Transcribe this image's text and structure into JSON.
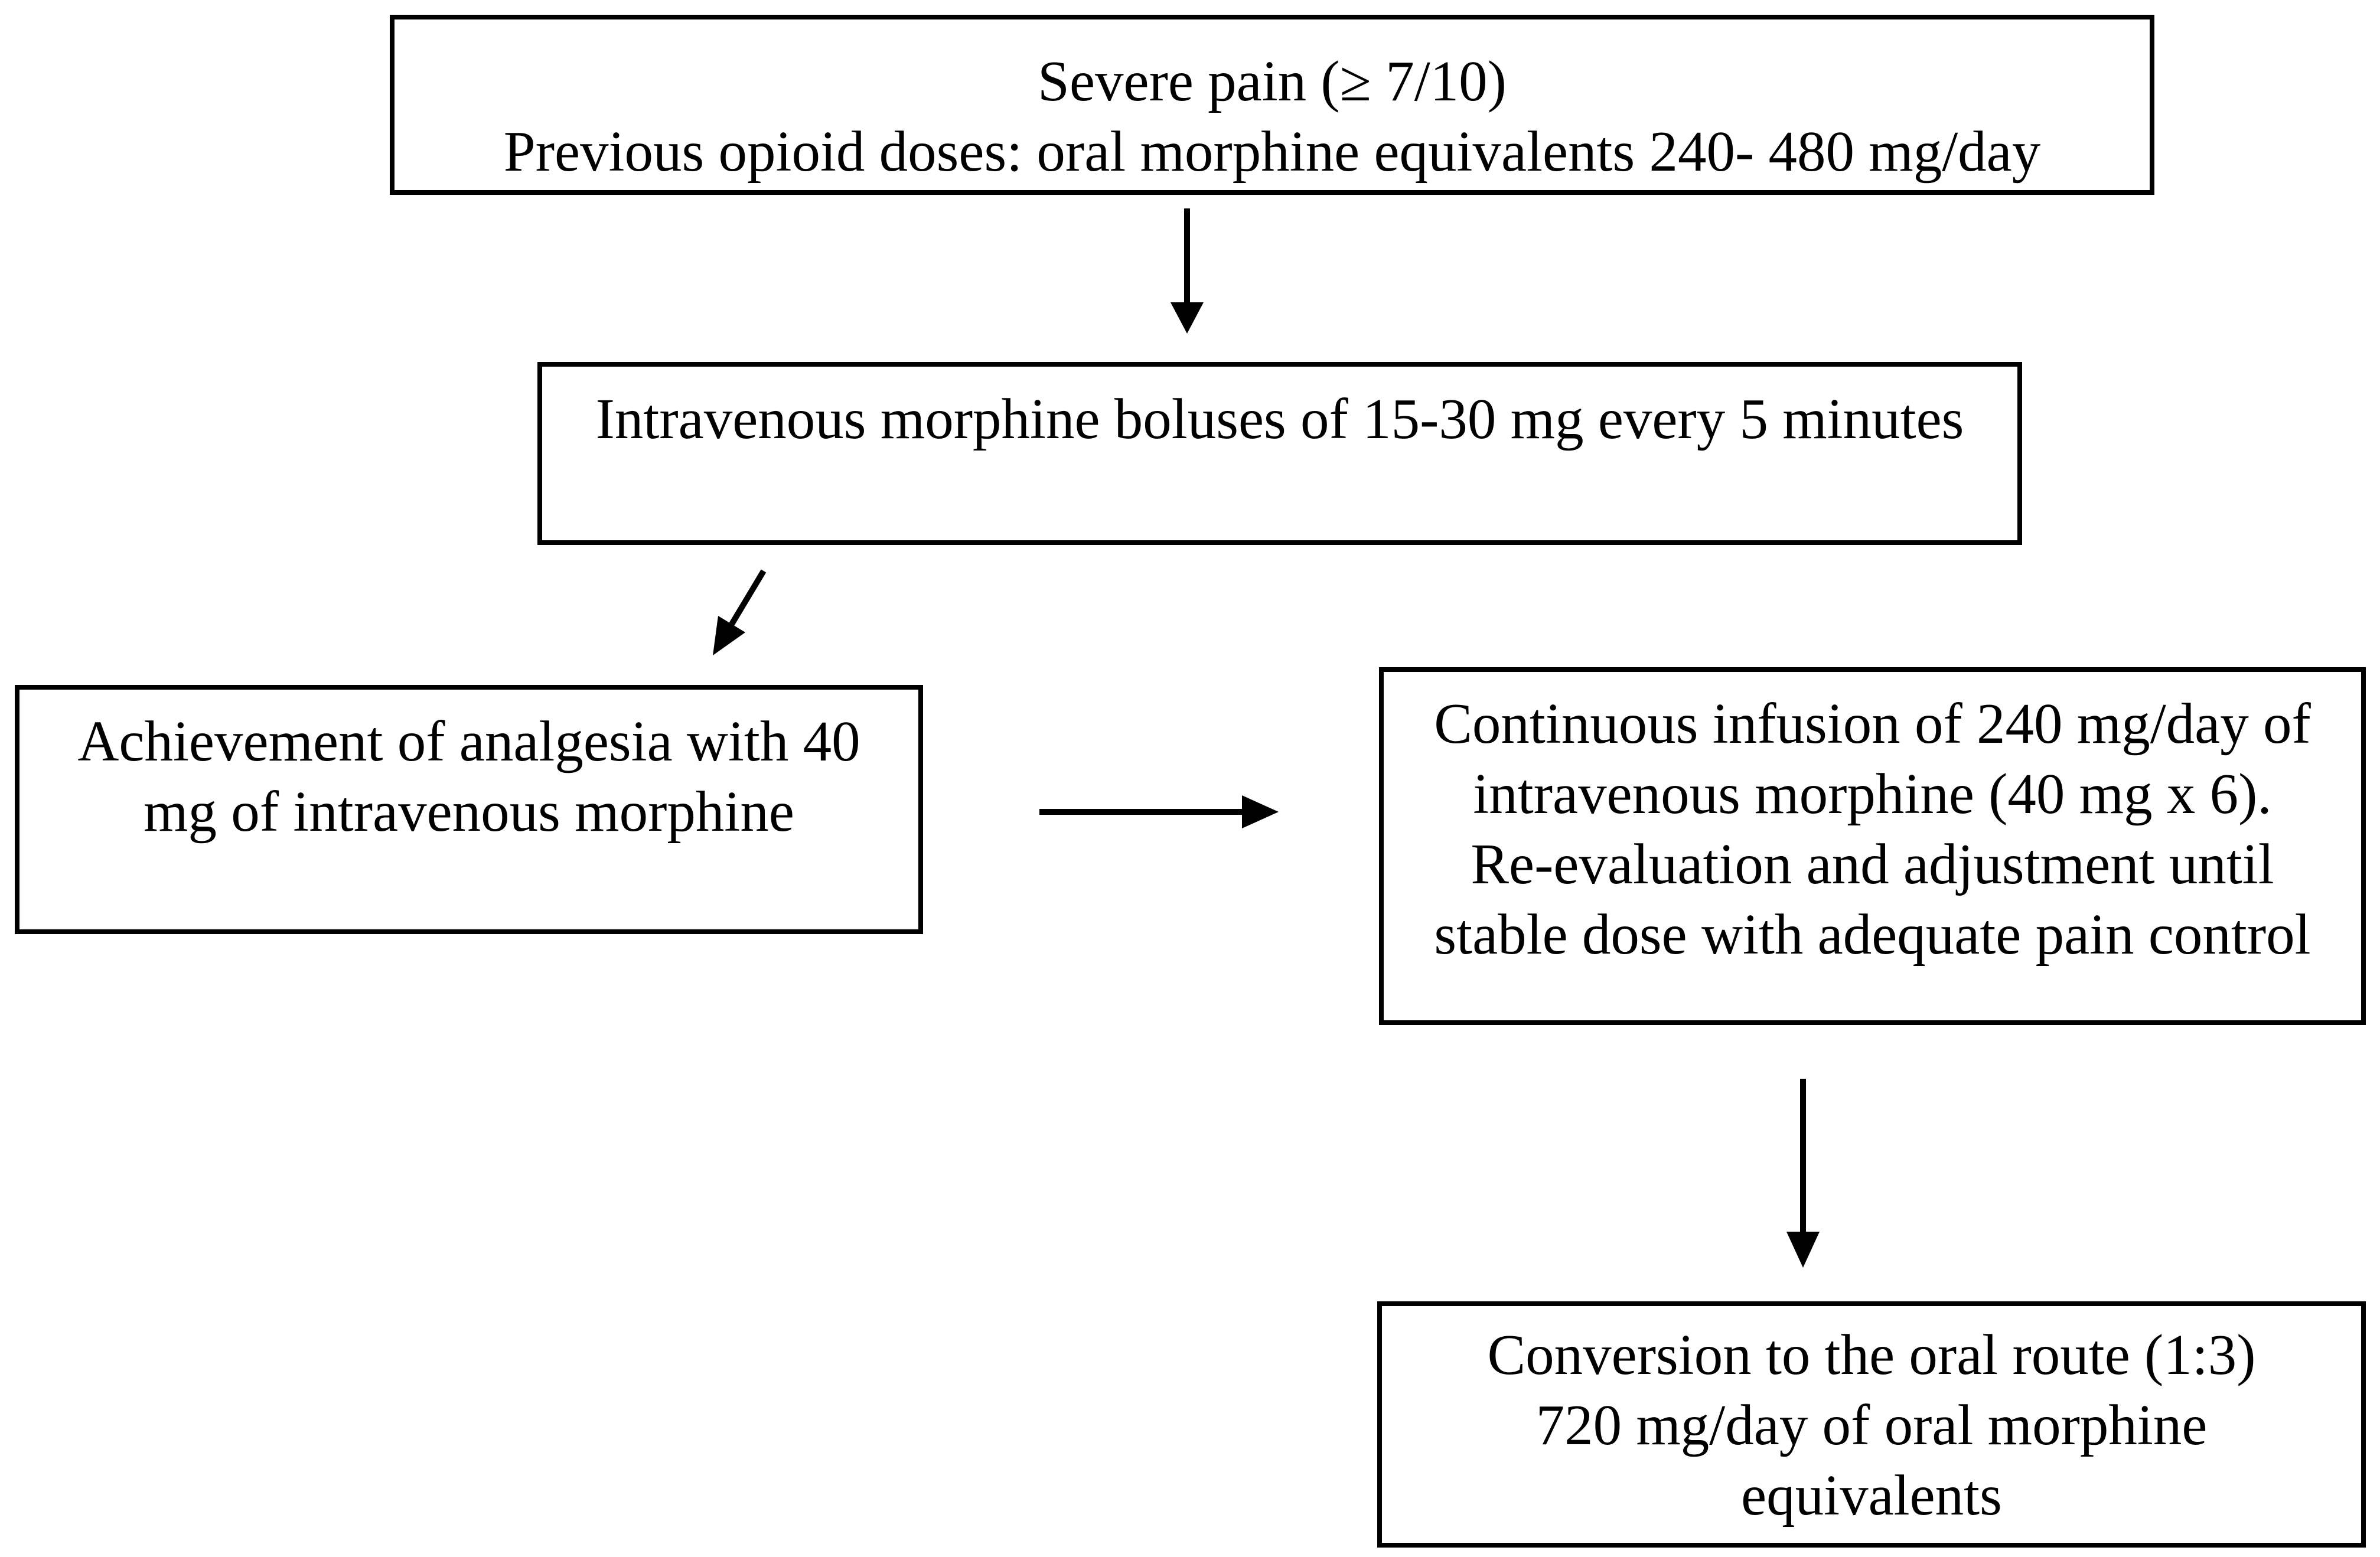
{
  "page": {
    "background_color": "#ffffff",
    "text_color": "#000000",
    "border_color": "#000000",
    "arrow_color": "#000000"
  },
  "diagram": {
    "type": "flowchart",
    "nodes": {
      "severe_pain": {
        "line1": "Severe pain (≥ 7/10)",
        "line2": "Previous opioid doses: oral morphine equivalents 240- 480 mg/day"
      },
      "iv_boluses": {
        "line1": "Intravenous morphine boluses of 15-30 mg every 5 minutes"
      },
      "analgesia_achievement": {
        "line1": "Achievement of analgesia with 40",
        "line2": "mg of intravenous morphine"
      },
      "continuous_infusion": {
        "line1": "Continuous infusion of 240 mg/day of",
        "line2": "intravenous morphine (40 mg x 6).",
        "line3": "Re-evaluation and adjustment until",
        "line4": "stable dose with adequate pain control"
      },
      "oral_conversion": {
        "line1": "Conversion to the oral route (1:3)",
        "line2": "720 mg/day of oral morphine",
        "line3": "equivalents"
      }
    },
    "edges": [
      {
        "from": "severe_pain",
        "to": "iv_boluses",
        "direction": "down"
      },
      {
        "from": "iv_boluses",
        "to": "analgesia_achievement",
        "direction": "down-left"
      },
      {
        "from": "analgesia_achievement",
        "to": "continuous_infusion",
        "direction": "right"
      },
      {
        "from": "continuous_infusion",
        "to": "oral_conversion",
        "direction": "down"
      }
    ]
  }
}
